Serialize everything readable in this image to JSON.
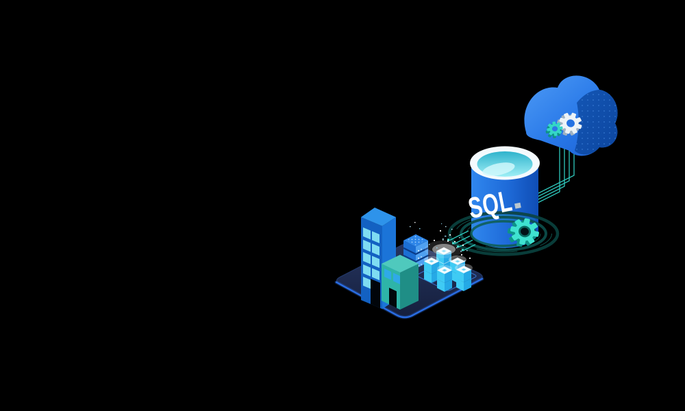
{
  "illustration": {
    "database_label": "SQL",
    "icons": {
      "cloud": "cloud-computing-icon",
      "gear_white": "gear-white-icon",
      "gear_teal_small": "gear-teal-small-icon",
      "gear_teal_large": "gear-teal-large-icon",
      "database": "sql-database-cylinder-icon",
      "office_tower": "office-tower-icon",
      "teal_building": "teal-building-icon",
      "server_rack": "server-rack-icon",
      "data_cubes": "data-cubes-icon",
      "platform": "isometric-platform",
      "connections": "circuit-lines"
    },
    "colors": {
      "background": "#000000",
      "cloud_blue": "#2B7BE8",
      "cloud_shadow_blue": "#0F4FA8",
      "database_blue": "#1B66D4",
      "database_rim_white": "#F4FAFD",
      "database_top_cyan": "#9FEFF6",
      "accent_teal": "#2FC9BD",
      "gear_white": "#ECF3F7",
      "gear_teal": "#3FE2D0",
      "building_blue": "#1361C2",
      "building_teal": "#2EB4A8",
      "window_cyan": "#7EDCF2",
      "window_blue": "#2FA9E8",
      "cube_cyan": "#3FCBF4",
      "platform_navy": "#1D2C55",
      "platform_edge_blue": "#2B6FE8"
    }
  }
}
